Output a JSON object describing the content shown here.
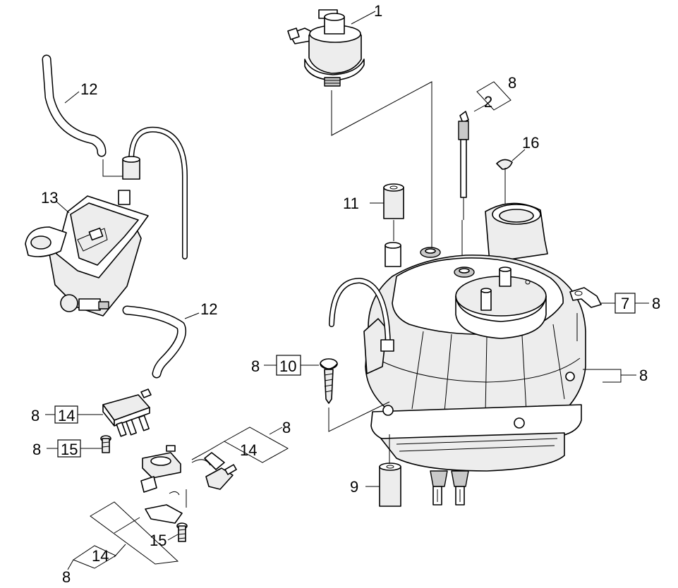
{
  "callouts": {
    "p1": "1",
    "p2": "2",
    "p2_ref": "8",
    "p7": "7",
    "p7_ref": "8",
    "p8_right": "8",
    "p9": "9",
    "p10": "10",
    "p10_ref": "8",
    "p11": "11",
    "p12_top": "12",
    "p12_bottom": "12",
    "p13": "13",
    "p14_switch": "14",
    "p14_switch_ref": "8",
    "p14_thermostat": "14",
    "p14_thermostat_ref": "8",
    "p14_bottom": "14",
    "p14_bottom_ref": "8",
    "p15_upper": "15",
    "p15_upper_ref": "8",
    "p15_lower": "15",
    "p16": "16"
  }
}
